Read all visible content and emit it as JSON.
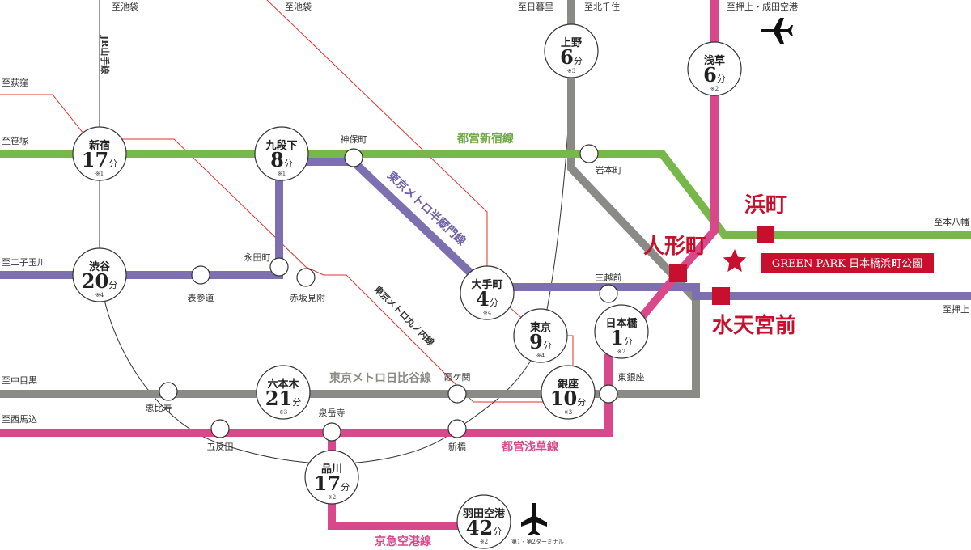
{
  "colors": {
    "shinjuku_line": "#78b84a",
    "asakusa_line": "#d9488b",
    "hanzomon_line": "#7d6fb0",
    "hibiya_line": "#8a8a86",
    "thin_line": "#333333",
    "marunouchi_line": "#e0322e",
    "accent_red": "#c8102e"
  },
  "directions": {
    "ikebukuro_1": "至池袋",
    "ikebukuro_2": "至池袋",
    "ogikubo": "至荻窪",
    "sasazuka": "至笹塚",
    "futakotamagawa": "至二子玉川",
    "nakameguro": "至中目黒",
    "nishimagome": "至西馬込",
    "nippori": "至日暮里",
    "kitasenju": "至北千住",
    "oshiage_narita": "至押上・成田空港",
    "motoyawata": "至本八幡",
    "oshiage": "至押上"
  },
  "lines": {
    "jr_yamanote": "JR山手線",
    "toei_shinjuku": "都営新宿線",
    "hanzomon": "東京メトロ半蔵門線",
    "marunouchi": "東京メトロ丸ノ内線",
    "hibiya": "東京メトロ日比谷線",
    "toei_asakusa": "都営浅草線",
    "keikyu_airport": "京急空港線"
  },
  "stations": {
    "shinjuku": {
      "name": "新宿",
      "minutes": "17",
      "unit": "分",
      "note": "※1"
    },
    "kudanshita": {
      "name": "九段下",
      "minutes": "8",
      "unit": "分",
      "note": "※1"
    },
    "ueno": {
      "name": "上野",
      "minutes": "6",
      "unit": "分",
      "note": "※3"
    },
    "asakusa": {
      "name": "浅草",
      "minutes": "6",
      "unit": "分",
      "note": "※2"
    },
    "shibuya": {
      "name": "渋谷",
      "minutes": "20",
      "unit": "分",
      "note": "※4"
    },
    "otemachi": {
      "name": "大手町",
      "minutes": "4",
      "unit": "分",
      "note": "※4"
    },
    "tokyo": {
      "name": "東京",
      "minutes": "9",
      "unit": "分",
      "note": "※4"
    },
    "nihombashi": {
      "name": "日本橋",
      "minutes": "1",
      "unit": "分",
      "note": "※2"
    },
    "roppongi": {
      "name": "六本木",
      "minutes": "21",
      "unit": "分",
      "note": "※3"
    },
    "ginza": {
      "name": "銀座",
      "minutes": "10",
      "unit": "分",
      "note": "※3"
    },
    "shinagawa": {
      "name": "品川",
      "minutes": "17",
      "unit": "分",
      "note": "※2"
    },
    "haneda": {
      "name": "羽田空港",
      "minutes": "42",
      "unit": "分",
      "note": "※2"
    }
  },
  "small_stations": {
    "jimbocho": "神保町",
    "iwamotocho": "岩本町",
    "nagatacho": "永田町",
    "omotesando": "表参道",
    "akasakamitsuke": "赤坂見附",
    "mitsukoshimae": "三越前",
    "kasumigaseki": "霞ケ関",
    "higashiginza": "東銀座",
    "ebisu": "恵比寿",
    "gotanda": "五反田",
    "sengakuji": "泉岳寺",
    "shimbashi": "新橋"
  },
  "highlight": {
    "hamacho": "浜町",
    "ningyocho": "人形町",
    "suitengumae": "水天宮前",
    "property": "GREEN PARK 日本橋浜町公園"
  },
  "haneda_terminal": "第1・第2ターミナル",
  "icons": {
    "airport": "airplane-icon",
    "property": "star-icon"
  }
}
